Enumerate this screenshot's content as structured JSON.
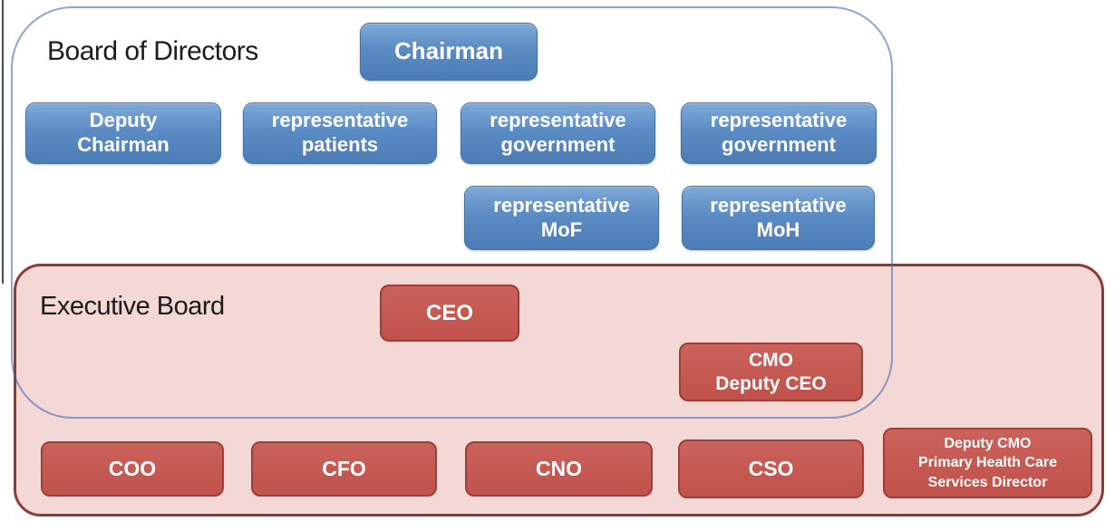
{
  "colors": {
    "blue_box_top": "#7fa9d9",
    "blue_box_bottom": "#4c7cb6",
    "blue_box_border": "#46729f",
    "board_container_border": "#6f95cc",
    "red_box_fill": "#c1524b",
    "red_box_border": "#9c3f39",
    "exec_container_fill": "#f3d8d5",
    "exec_container_border": "#8e3a35",
    "title_text": "#1c1c1c",
    "box_text": "#ffffff"
  },
  "board": {
    "title": "Board of Directors",
    "boxes": {
      "chairman": {
        "lines": [
          "Chairman"
        ]
      },
      "deputy_chairman": {
        "lines": [
          "Deputy",
          "Chairman"
        ]
      },
      "rep_patients": {
        "lines": [
          "representative",
          "patients"
        ]
      },
      "rep_government_1": {
        "lines": [
          "representative",
          "government"
        ]
      },
      "rep_government_2": {
        "lines": [
          "representative",
          "government"
        ]
      },
      "rep_mof": {
        "lines": [
          "representative",
          "MoF"
        ]
      },
      "rep_moh": {
        "lines": [
          "representative",
          "MoH"
        ]
      }
    }
  },
  "exec": {
    "title": "Executive Board",
    "boxes": {
      "ceo": {
        "lines": [
          "CEO"
        ]
      },
      "cmo_deputy_ceo": {
        "lines": [
          "CMO",
          "Deputy CEO"
        ]
      },
      "coo": {
        "lines": [
          "COO"
        ]
      },
      "cfo": {
        "lines": [
          "CFO"
        ]
      },
      "cno": {
        "lines": [
          "CNO"
        ]
      },
      "cso": {
        "lines": [
          "CSO"
        ]
      },
      "deputy_cmo": {
        "lines": [
          "Deputy CMO",
          "Primary Health Care",
          "Services Director"
        ]
      }
    }
  }
}
